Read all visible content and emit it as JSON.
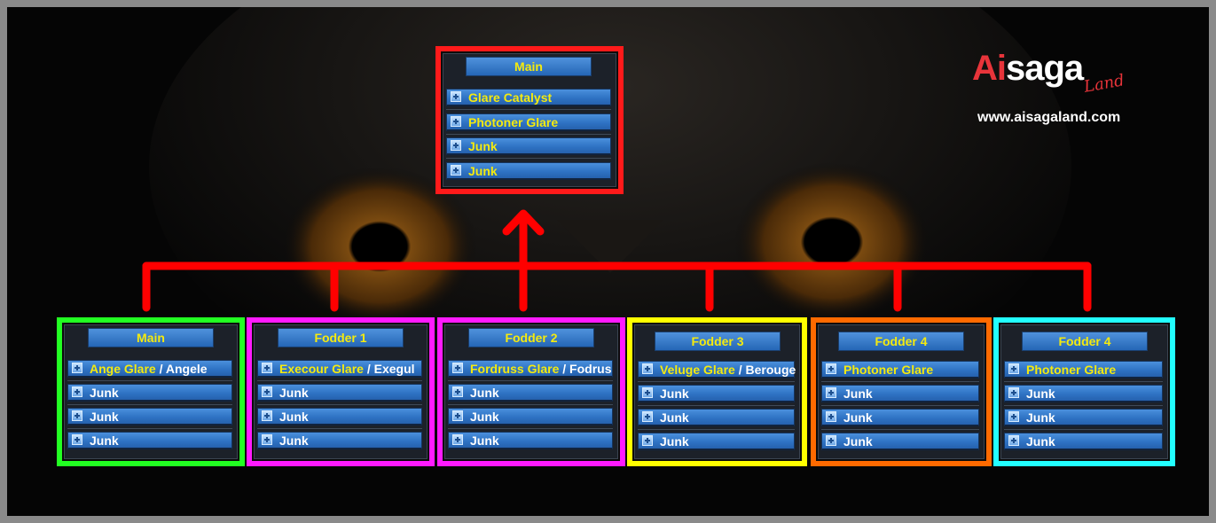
{
  "colors": {
    "connector": "#ff0000",
    "main_border": "#ff1a1a",
    "panel_borders": [
      "#22ff22",
      "#ff1aff",
      "#ff1aff",
      "#ffff00",
      "#ff6a00",
      "#22ffff"
    ],
    "text_primary": "#f4ea0f",
    "text_secondary": "#ffffff",
    "row_blue": "#2f73c4"
  },
  "icons": {
    "expand": "plus-icon",
    "arrow": "arrow-up-icon"
  },
  "brand": {
    "mark_a": "Ai",
    "mark_b": "saga",
    "script": "Land",
    "url": "www.aisagaland.com"
  },
  "main_panel": {
    "title": "Main",
    "rows": [
      {
        "primary": "Glare Catalyst",
        "secondary": ""
      },
      {
        "primary": "Photoner Glare",
        "secondary": ""
      },
      {
        "primary": "Junk",
        "secondary": ""
      },
      {
        "primary": "Junk",
        "secondary": ""
      }
    ]
  },
  "panels": [
    {
      "title": "Main",
      "rows": [
        {
          "primary": "Ange Glare",
          "sep": " / ",
          "secondary": "Angele"
        },
        {
          "primary": "",
          "sep": "",
          "secondary": "Junk"
        },
        {
          "primary": "",
          "sep": "",
          "secondary": "Junk"
        },
        {
          "primary": "",
          "sep": "",
          "secondary": "Junk"
        }
      ]
    },
    {
      "title": "Fodder 1",
      "rows": [
        {
          "primary": "Execour Glare",
          "sep": " / ",
          "secondary": "Exegul"
        },
        {
          "primary": "",
          "sep": "",
          "secondary": "Junk"
        },
        {
          "primary": "",
          "sep": "",
          "secondary": "Junk"
        },
        {
          "primary": "",
          "sep": "",
          "secondary": "Junk"
        }
      ]
    },
    {
      "title": "Fodder 2",
      "rows": [
        {
          "primary": "Fordruss Glare",
          "sep": " / ",
          "secondary": "Fodrus"
        },
        {
          "primary": "",
          "sep": "",
          "secondary": "Junk"
        },
        {
          "primary": "",
          "sep": "",
          "secondary": "Junk"
        },
        {
          "primary": "",
          "sep": "",
          "secondary": "Junk"
        }
      ]
    },
    {
      "title": "Fodder 3",
      "rows": [
        {
          "primary": "Veluge Glare",
          "sep": " / ",
          "secondary": "Berouge"
        },
        {
          "primary": "",
          "sep": "",
          "secondary": "Junk"
        },
        {
          "primary": "",
          "sep": "",
          "secondary": "Junk"
        },
        {
          "primary": "",
          "sep": "",
          "secondary": "Junk"
        }
      ]
    },
    {
      "title": "Fodder 4",
      "rows": [
        {
          "primary": "Photoner Glare",
          "sep": "",
          "secondary": ""
        },
        {
          "primary": "",
          "sep": "",
          "secondary": "Junk"
        },
        {
          "primary": "",
          "sep": "",
          "secondary": "Junk"
        },
        {
          "primary": "",
          "sep": "",
          "secondary": "Junk"
        }
      ]
    },
    {
      "title": "Fodder 4",
      "rows": [
        {
          "primary": "Photoner Glare",
          "sep": "",
          "secondary": ""
        },
        {
          "primary": "",
          "sep": "",
          "secondary": "Junk"
        },
        {
          "primary": "",
          "sep": "",
          "secondary": "Junk"
        },
        {
          "primary": "",
          "sep": "",
          "secondary": "Junk"
        }
      ]
    }
  ]
}
